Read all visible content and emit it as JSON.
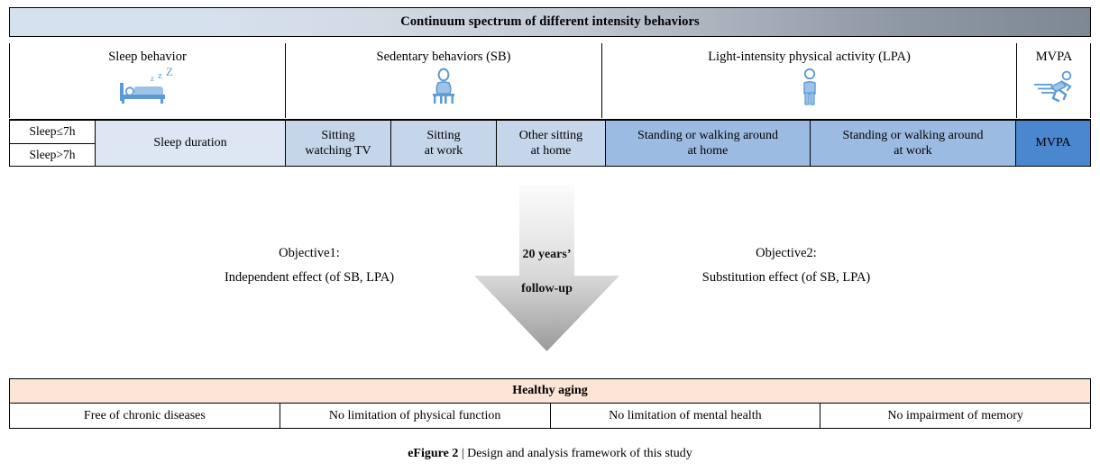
{
  "figure": {
    "spectrum_title": "Continuum spectrum of different intensity behaviors",
    "caption_label": "eFigure 2",
    "caption_sep": "|",
    "caption_text": "Design and analysis framework of this study"
  },
  "categories": [
    {
      "label": "Sleep behavior",
      "icon": "sleeping-in-bed-icon"
    },
    {
      "label": "Sedentary behaviors (SB)",
      "icon": "person-sitting-icon"
    },
    {
      "label": "Light-intensity physical activity (LPA)",
      "icon": "person-standing-icon"
    },
    {
      "label": "MVPA",
      "icon": "person-running-icon"
    }
  ],
  "behaviors": [
    {
      "name": "sleep-threshold",
      "lines": [
        "Sleep≤7h",
        "Sleep>7h"
      ],
      "color": "#ffffff",
      "split": true
    },
    {
      "name": "sleep-duration",
      "lines": [
        "Sleep duration"
      ],
      "color": "#dde6f2",
      "split": false
    },
    {
      "name": "sitting-watching-tv",
      "lines": [
        "Sitting",
        "watching TV"
      ],
      "color": "#c5d5ea",
      "split": false
    },
    {
      "name": "sitting-at-work",
      "lines": [
        "Sitting",
        "at work"
      ],
      "color": "#c5d5ea",
      "split": false
    },
    {
      "name": "other-sitting-at-home",
      "lines": [
        "Other sitting",
        "at home"
      ],
      "color": "#c5d5ea",
      "split": false
    },
    {
      "name": "standing-walking-home",
      "lines": [
        "Standing or walking around",
        "at home"
      ],
      "color": "#9cbbe3",
      "split": false
    },
    {
      "name": "standing-walking-work",
      "lines": [
        "Standing or walking around",
        "at work"
      ],
      "color": "#9cbbe3",
      "split": false
    },
    {
      "name": "mvpa",
      "lines": [
        "MVPA"
      ],
      "color": "#4a87cf",
      "split": false
    }
  ],
  "objectives": {
    "left": {
      "title": "Objective1:",
      "detail": "Independent effect (of SB, LPA)"
    },
    "right": {
      "title": "Objective2:",
      "detail": "Substitution effect (of SB, LPA)"
    }
  },
  "arrow": {
    "line1": "20 years’",
    "line2": "follow-up"
  },
  "healthy_aging": {
    "title": "Healthy aging",
    "title_bg": "#fbe5d6",
    "components": [
      "Free of chronic diseases",
      "No limitation of physical function",
      "No limitation of mental health",
      "No impairment of memory"
    ]
  },
  "colors": {
    "icon_blue": "#5b9bd5",
    "icon_blue_light": "#9dc3e6",
    "spectrum_start": "#d4e1ef",
    "spectrum_end": "#7e8794"
  }
}
